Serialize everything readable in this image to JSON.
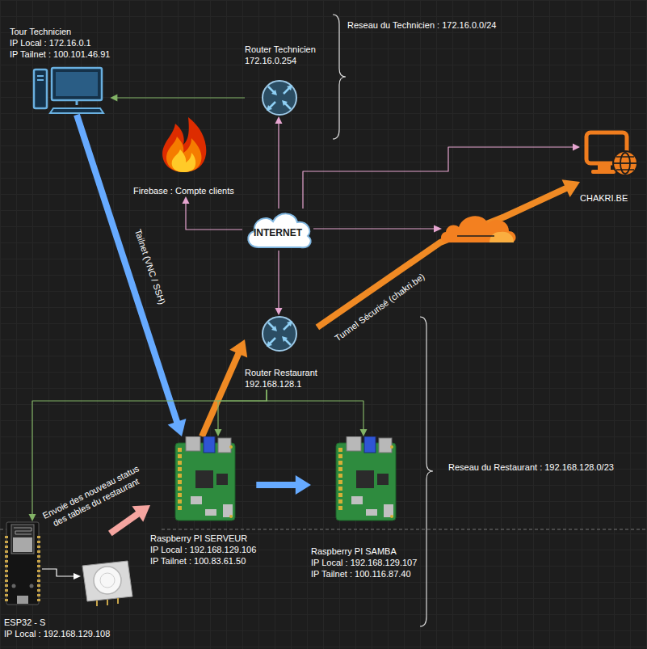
{
  "diagram": {
    "nodes": [
      {
        "text": [
          "Tour Technicien",
          "IP Local : 172.16.0.1",
          "IP Tailnet : 100.101.46.91"
        ]
      },
      {
        "text": [
          "Router Technicien",
          "172.16.0.254"
        ]
      },
      {
        "text": [
          "Firebase : Compte clients"
        ]
      },
      {
        "text": [
          "INTERNET"
        ]
      },
      {
        "text": [
          "CHAKRI.BE"
        ]
      },
      {
        "text": [
          "Router Restaurant",
          "192.168.128.1"
        ]
      },
      {
        "text": [
          "Raspberry PI SERVEUR",
          "IP Local : 192.168.129.106",
          "IP Tailnet : 100.83.61.50"
        ]
      },
      {
        "text": [
          "Raspberry PI SAMBA",
          "IP Local : 192.168.129.107",
          "IP Tailnet : 100.116.87.40"
        ]
      },
      {
        "text": [
          "ESP32 - S",
          "IP Local : 192.168.129.108"
        ]
      }
    ],
    "edges": [
      {
        "from": 1,
        "to": 0,
        "arrow": "to"
      },
      {
        "from": 3,
        "to": 1,
        "arrow": "to"
      },
      {
        "from": 3,
        "to": 2,
        "arrow": "to"
      },
      {
        "from": 3,
        "to": 4,
        "arrow": "to"
      },
      {
        "from": 3,
        "to": 5,
        "arrow": "to"
      },
      {
        "from": 5,
        "to": 4,
        "label": "Tunnel Sécurisé (chakri.be)",
        "arrow": "to"
      },
      {
        "from": 6,
        "to": 5,
        "arrow": "to"
      },
      {
        "from": 0,
        "to": 6,
        "label": "Tailnet (VNC / SSH)",
        "arrow": "to"
      },
      {
        "from": 6,
        "to": 7,
        "arrow": "to"
      },
      {
        "from": 8,
        "to": 6,
        "label": "Envoie des nouveau status des tables du restaurant",
        "arrow": "to"
      },
      {
        "from": 5,
        "to": 8,
        "arrow": "to"
      },
      {
        "from": 5,
        "to": 6,
        "arrow": "to"
      },
      {
        "from": 5,
        "to": 7,
        "arrow": "to"
      }
    ],
    "labels": [
      "Reseau du Technicien : 172.16.0.0/24",
      "Reseau du Restaurant : 192.168.128.0/23"
    ]
  }
}
